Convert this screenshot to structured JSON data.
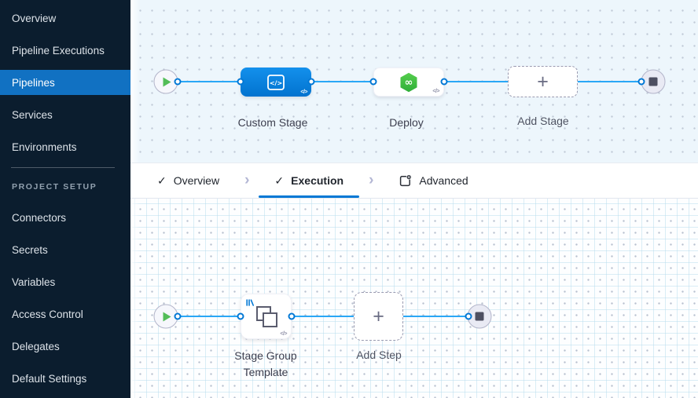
{
  "sidebar": {
    "items": [
      {
        "label": "Overview",
        "active": false
      },
      {
        "label": "Pipeline Executions",
        "active": false
      },
      {
        "label": "Pipelines",
        "active": true
      },
      {
        "label": "Services",
        "active": false
      },
      {
        "label": "Environments",
        "active": false
      }
    ],
    "section_label": "PROJECT SETUP",
    "setup_items": [
      {
        "label": "Connectors"
      },
      {
        "label": "Secrets"
      },
      {
        "label": "Variables"
      },
      {
        "label": "Access Control"
      },
      {
        "label": "Delegates"
      },
      {
        "label": "Default Settings"
      }
    ]
  },
  "tabs": {
    "separator": "›",
    "overview": {
      "label": "Overview",
      "check": "✓"
    },
    "execution": {
      "label": "Execution",
      "check": "✓",
      "active": true
    },
    "advanced": {
      "label": "Advanced",
      "icon": "advanced-gear-panel-icon"
    }
  },
  "stage_canvas": {
    "start": {
      "icon": "play-icon"
    },
    "custom_stage": {
      "label": "Custom Stage",
      "icon_text": "</>",
      "badge": "</>"
    },
    "deploy": {
      "label": "Deploy",
      "icon_symbol": "∞",
      "badge": "</>"
    },
    "add_stage": {
      "label": "Add Stage",
      "plus": "+"
    },
    "end": {
      "icon": "stop-icon"
    }
  },
  "execution_canvas": {
    "start": {
      "icon": "play-icon"
    },
    "stage_group_template": {
      "label_line1": "Stage Group",
      "label_line2": "Template",
      "badge": "</>"
    },
    "add_step": {
      "label": "Add Step",
      "plus": "+"
    },
    "end": {
      "icon": "stop-icon"
    }
  },
  "colors": {
    "accent_blue": "#0278d5",
    "selected_nav_blue": "#1171c2",
    "flow_line_blue": "#2aa7f6",
    "play_green": "#53bd58",
    "deploy_green_top": "#55ce4d",
    "deploy_green_bottom": "#2fae39",
    "sidebar_bg": "#0b1d2e",
    "canvas_top_bg": "#edf6fc",
    "canvas_bottom_bg": "#fdfeff"
  }
}
